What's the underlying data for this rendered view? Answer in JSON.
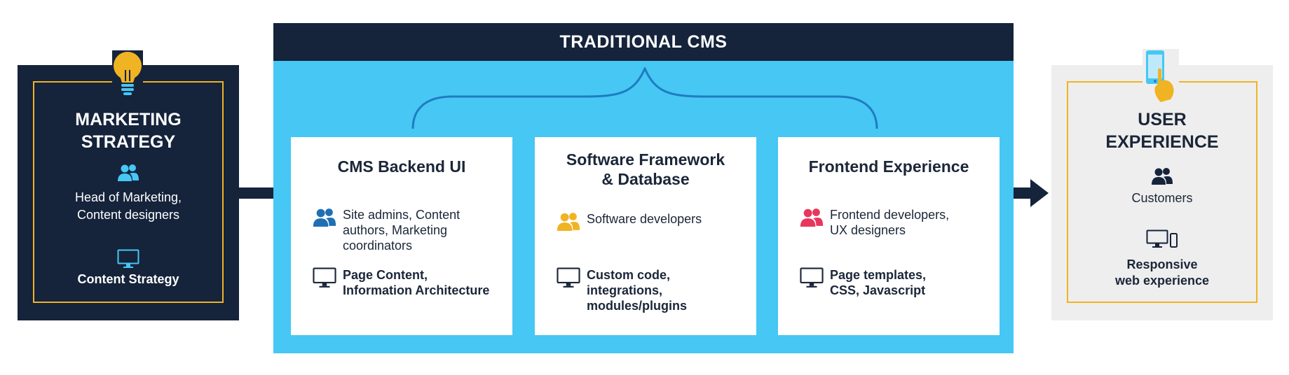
{
  "marketing": {
    "title_line1": "MARKETING",
    "title_line2": "STRATEGY",
    "roles_line1": "Head of Marketing,",
    "roles_line2": "Content designers",
    "strategy": "Content Strategy"
  },
  "cms": {
    "header": "TRADITIONAL CMS",
    "cards": [
      {
        "title_line1": "CMS Backend UI",
        "title_line2": "",
        "people_lines": [
          "Site admins, Content",
          "authors, Marketing",
          "coordinators"
        ],
        "output_lines": [
          "Page Content,",
          "Information Architecture"
        ]
      },
      {
        "title_line1": "Software Framework",
        "title_line2": "& Database",
        "people_lines": [
          "Software developers"
        ],
        "output_lines": [
          "Custom code,",
          "integrations,",
          "modules/plugins"
        ]
      },
      {
        "title_line1": "Frontend Experience",
        "title_line2": "",
        "people_lines": [
          "Frontend developers,",
          "UX designers"
        ],
        "output_lines": [
          "Page templates,",
          "CSS, Javascript"
        ]
      }
    ]
  },
  "ux": {
    "title_line1": "USER",
    "title_line2": "EXPERIENCE",
    "customers": "Customers",
    "responsive_line1": "Responsive",
    "responsive_line2": "web experience"
  },
  "colors": {
    "navy": "#15233b",
    "sky": "#46c7f4",
    "gold": "#f0b323",
    "people_blue": "#1f6fb5",
    "people_yellow": "#f0b323",
    "people_pink": "#e8375f",
    "light_grey": "#eeeeee"
  },
  "icons": [
    "lightbulb-icon",
    "people-icon",
    "monitor-icon",
    "phone-touch-icon",
    "devices-icon",
    "arrow-right-icon",
    "brace-icon"
  ]
}
